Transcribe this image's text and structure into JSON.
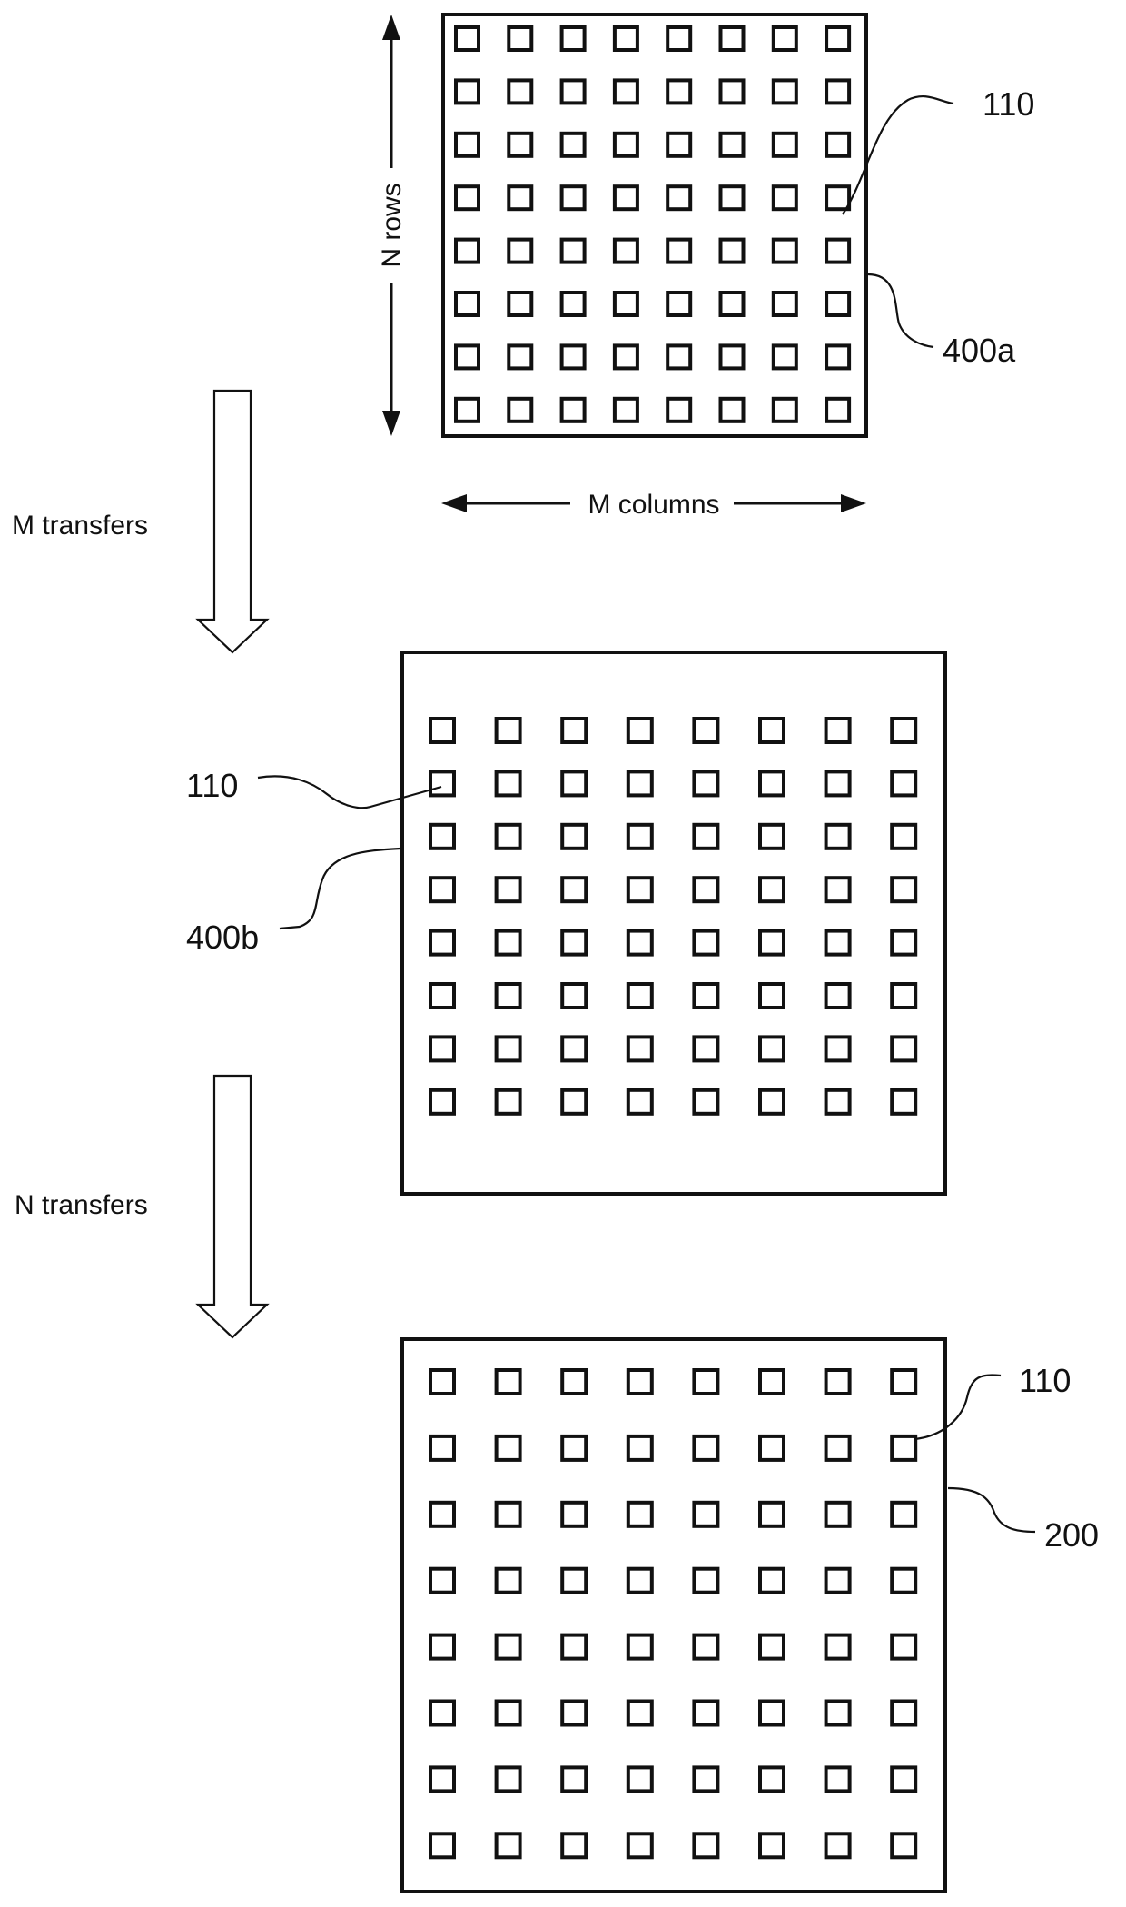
{
  "figure": {
    "top_panel": {
      "ref_label": "400a",
      "element_label": "110",
      "rows_label": "N rows",
      "columns_label": "M columns",
      "rows": 8,
      "columns": 8
    },
    "step_1": {
      "label": "M transfers"
    },
    "middle_panel": {
      "ref_label": "400b",
      "element_label": "110",
      "rows": 8,
      "columns": 8
    },
    "step_2": {
      "label": "N transfers"
    },
    "bottom_panel": {
      "ref_label": "200",
      "element_label": "110",
      "rows": 8,
      "columns": 8
    }
  }
}
